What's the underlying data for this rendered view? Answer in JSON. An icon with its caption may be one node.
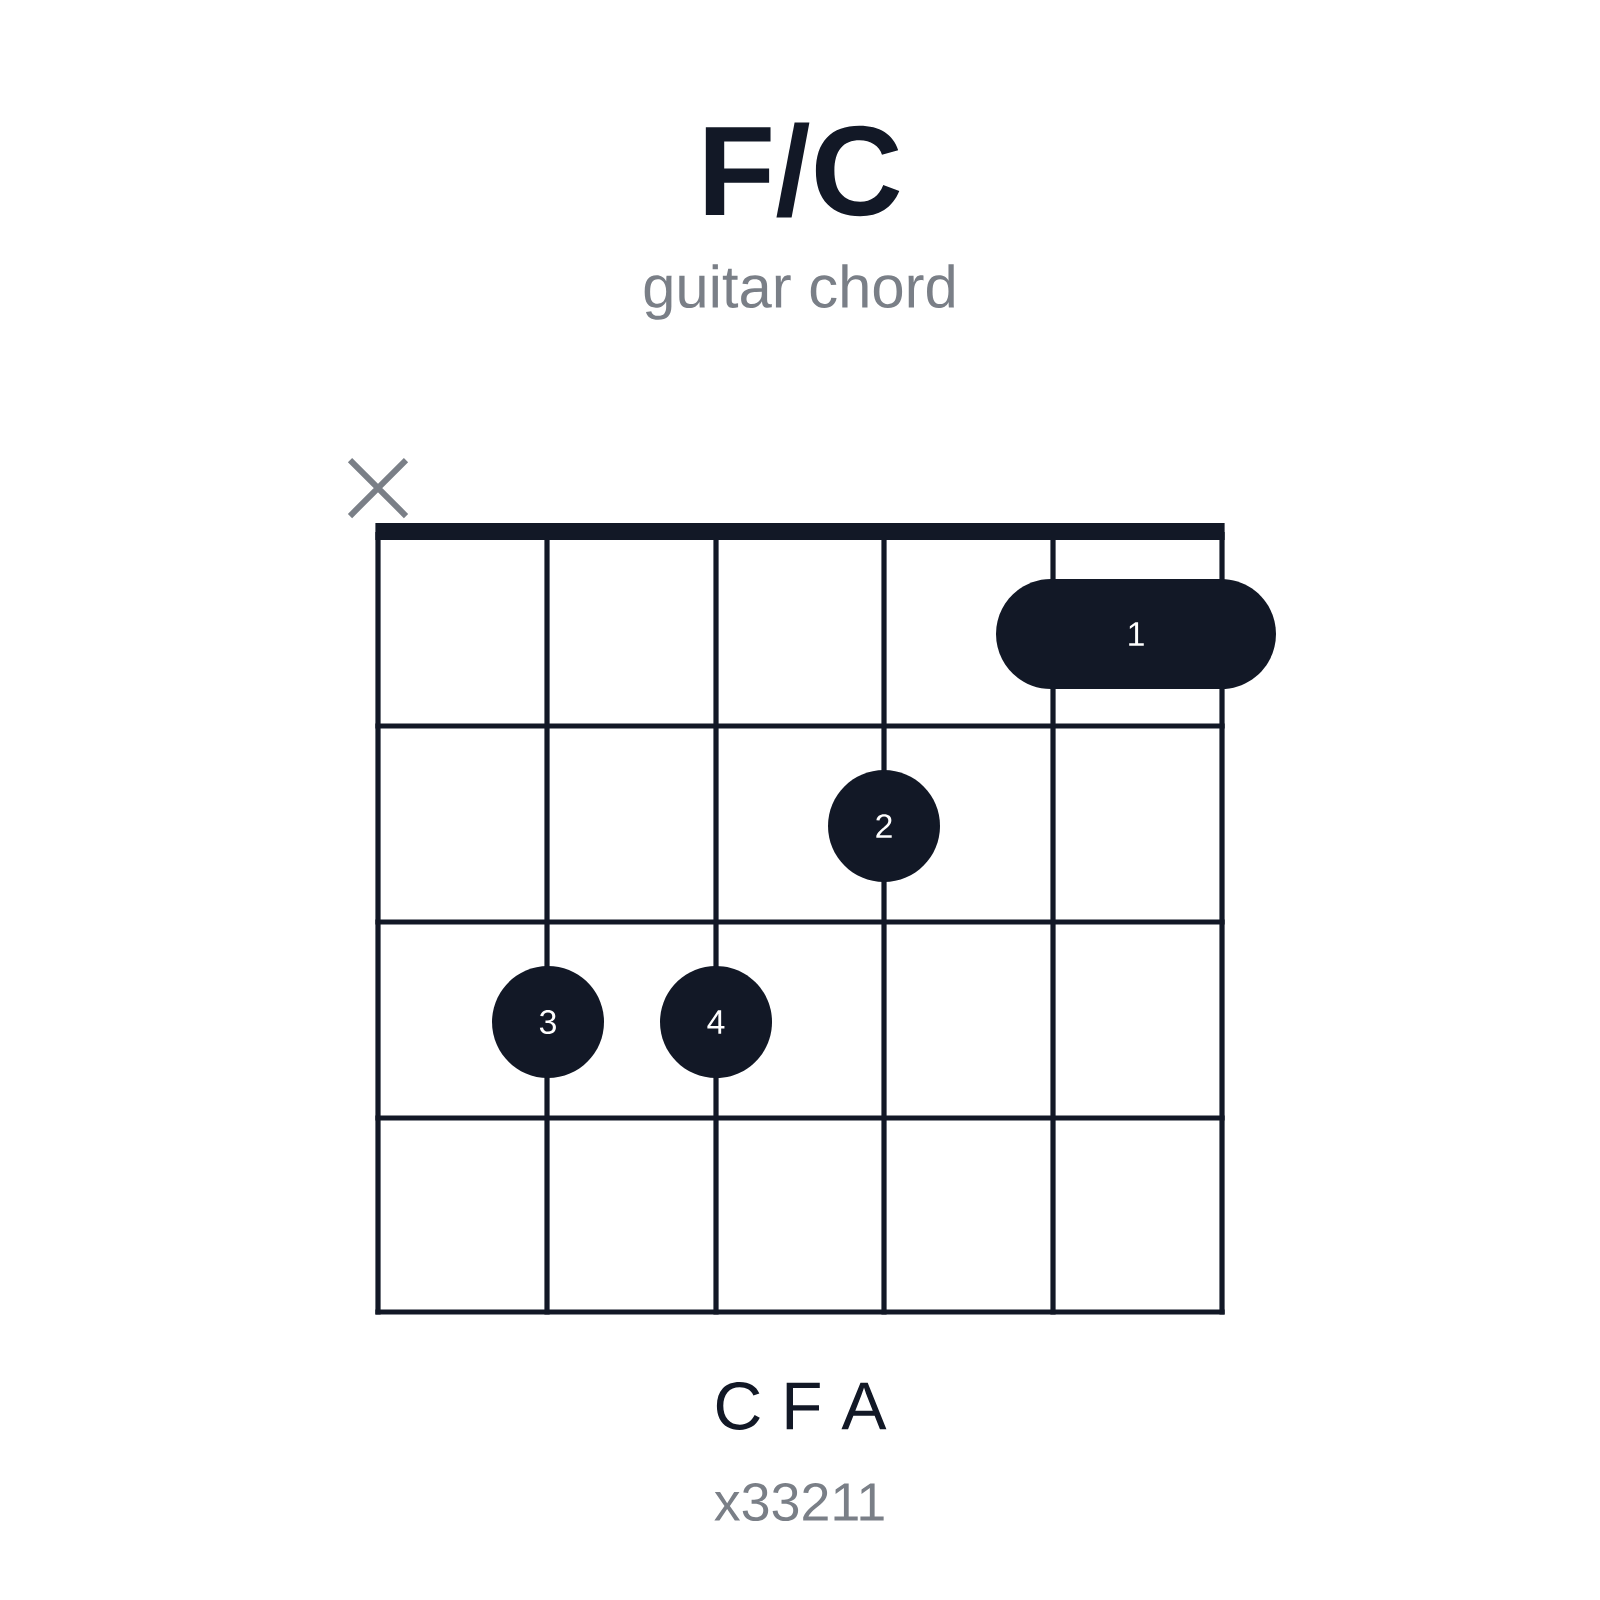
{
  "diagram": {
    "title": "F/C",
    "nodes": [
      {
        "text": [
          "1"
        ]
      },
      {
        "text": [
          "2"
        ]
      },
      {
        "text": [
          "3"
        ]
      },
      {
        "text": [
          "4"
        ]
      }
    ],
    "labels": [
      "guitar chord",
      "C F A",
      "x33211"
    ]
  }
}
